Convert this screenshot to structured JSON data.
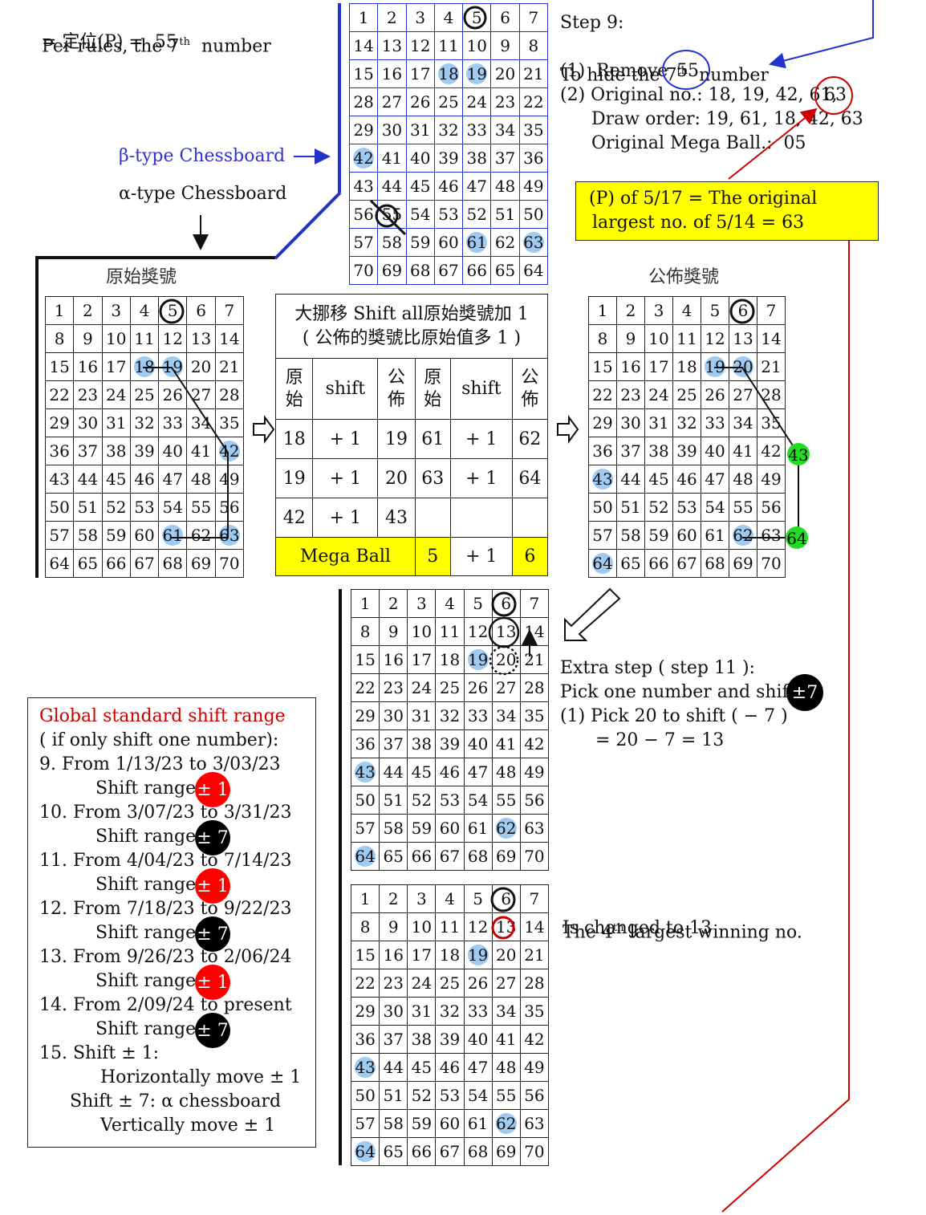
{
  "intro": {
    "line1_a": "Per rules, the 7",
    "line1_sup": "th",
    "line1_b": "  number",
    "line2": "= 定位(P) =  55"
  },
  "beta_label": "β-type Chessboard",
  "alpha_label": "α-type Chessboard",
  "original_title": "原始獎號",
  "announced_title": "公佈獎號",
  "step9": {
    "title": "Step 9:",
    "line2_a": "To hide the 7",
    "line2_sup": "th",
    "line2_b": "  number",
    "remove_label": "(1)  Remove",
    "remove_value": "55",
    "original_label": "(2) Original no.: 18, 19, 42, 61,",
    "original_last": "63",
    "draw_order": "Draw order: 19, 61, 18, 42, 63",
    "mega": "Original Mega Ball.:  05"
  },
  "yellow_box": {
    "line1": "(P) of 5/17 = The original",
    "line2": "largest no. of 5/14 = 63"
  },
  "shift_table": {
    "header1": "大挪移 Shift all原始獎號加 1",
    "header2": "( 公佈的獎號比原始值多 1 )",
    "col_orig": "原\n始",
    "col_shift": "shift",
    "col_pub": "公\n佈",
    "rows": [
      {
        "o1": "18",
        "s1": "+ 1",
        "p1": "19",
        "o2": "61",
        "s2": "+ 1",
        "p2": "62"
      },
      {
        "o1": "19",
        "s1": "+ 1",
        "p1": "20",
        "o2": "63",
        "s2": "+ 1",
        "p2": "64"
      },
      {
        "o1": "42",
        "s1": "+ 1",
        "p1": "43",
        "o2": "",
        "s2": "",
        "p2": ""
      }
    ],
    "mega_label": "Mega Ball",
    "mega_orig": "5",
    "mega_shift": "+ 1",
    "mega_pub": "6"
  },
  "extra_step": {
    "line1": "Extra step ( step 11 ):",
    "line2": "Pick one number and shift",
    "badge": "±7",
    "line3": "(1) Pick 20 to shift ( − 7 )",
    "line4": "= 20 − 7 = 13"
  },
  "fourth": {
    "line1_a": "The 4",
    "line1_sup": "th",
    "line1_b": " largest winning no.",
    "line2": "Is changed to 13"
  },
  "global": {
    "title": "Global standard shift range",
    "subtitle": "( if only shift one number):",
    "periods": [
      {
        "label": "9. From 1/13/23 to 3/03/23",
        "range": "Shift range:",
        "badge": "± 1",
        "color": "red"
      },
      {
        "label": "10. From 3/07/23 to 3/31/23",
        "range": "Shift range:",
        "badge": "± 7",
        "color": "black"
      },
      {
        "label": "11. From 4/04/23 to 7/14/23",
        "range": "Shift range:",
        "badge": "± 1",
        "color": "red"
      },
      {
        "label": "12. From 7/18/23 to 9/22/23",
        "range": "Shift range:",
        "badge": "± 7",
        "color": "black"
      },
      {
        "label": "13. From 9/26/23 to 2/06/24",
        "range": "Shift range:",
        "badge": "± 1",
        "color": "red"
      },
      {
        "label": "14. From 2/09/24 to present",
        "range": "Shift range:",
        "badge": "± 7",
        "color": "black"
      }
    ],
    "line15": "15. Shift ± 1:",
    "line15b": "Horizontally move ± 1",
    "line16": "Shift ± 7: α chessboard",
    "line16b": "Vertically move ± 1"
  },
  "boards": {
    "beta": {
      "cells": [
        1,
        2,
        3,
        4,
        5,
        6,
        7,
        14,
        13,
        12,
        11,
        10,
        9,
        8,
        15,
        16,
        17,
        18,
        19,
        20,
        21,
        28,
        27,
        26,
        25,
        24,
        23,
        22,
        29,
        30,
        31,
        32,
        33,
        34,
        35,
        42,
        41,
        40,
        39,
        38,
        37,
        36,
        43,
        44,
        45,
        46,
        47,
        48,
        49,
        56,
        55,
        54,
        53,
        52,
        51,
        50,
        57,
        58,
        59,
        60,
        61,
        62,
        63,
        70,
        69,
        68,
        67,
        66,
        65,
        64
      ],
      "highlight": [
        18,
        19,
        42,
        61,
        63
      ]
    },
    "original": {
      "cells": [
        1,
        2,
        3,
        4,
        5,
        6,
        7,
        8,
        9,
        10,
        11,
        12,
        13,
        14,
        15,
        16,
        17,
        18,
        19,
        20,
        21,
        22,
        23,
        24,
        25,
        26,
        27,
        28,
        29,
        30,
        31,
        32,
        33,
        34,
        35,
        36,
        37,
        38,
        39,
        40,
        41,
        42,
        43,
        44,
        45,
        46,
        47,
        48,
        49,
        50,
        51,
        52,
        53,
        54,
        55,
        56,
        57,
        58,
        59,
        60,
        61,
        62,
        63,
        64,
        65,
        66,
        67,
        68,
        69,
        70
      ],
      "highlight": [
        18,
        19,
        42,
        61,
        63
      ]
    },
    "announced": {
      "cells": [
        1,
        2,
        3,
        4,
        5,
        6,
        7,
        8,
        9,
        10,
        11,
        12,
        13,
        14,
        15,
        16,
        17,
        18,
        19,
        20,
        21,
        22,
        23,
        24,
        25,
        26,
        27,
        28,
        29,
        30,
        31,
        32,
        33,
        34,
        35,
        36,
        37,
        38,
        39,
        40,
        41,
        42,
        43,
        44,
        45,
        46,
        47,
        48,
        49,
        50,
        51,
        52,
        53,
        54,
        55,
        56,
        57,
        58,
        59,
        60,
        61,
        62,
        63,
        64,
        65,
        66,
        67,
        68,
        69,
        70
      ],
      "highlight": [
        19,
        20,
        43,
        62,
        64
      ]
    },
    "extra": {
      "cells": [
        1,
        2,
        3,
        4,
        5,
        6,
        7,
        8,
        9,
        10,
        11,
        12,
        13,
        14,
        15,
        16,
        17,
        18,
        19,
        20,
        21,
        22,
        23,
        24,
        25,
        26,
        27,
        28,
        29,
        30,
        31,
        32,
        33,
        34,
        35,
        36,
        37,
        38,
        39,
        40,
        41,
        42,
        43,
        44,
        45,
        46,
        47,
        48,
        49,
        50,
        51,
        52,
        53,
        54,
        55,
        56,
        57,
        58,
        59,
        60,
        61,
        62,
        63,
        64,
        65,
        66,
        67,
        68,
        69,
        70
      ],
      "highlight": [
        19,
        43,
        62,
        64
      ]
    },
    "final": {
      "cells": [
        1,
        2,
        3,
        4,
        5,
        6,
        7,
        8,
        9,
        10,
        11,
        12,
        13,
        14,
        15,
        16,
        17,
        18,
        19,
        20,
        21,
        22,
        23,
        24,
        25,
        26,
        27,
        28,
        29,
        30,
        31,
        32,
        33,
        34,
        35,
        36,
        37,
        38,
        39,
        40,
        41,
        42,
        43,
        44,
        45,
        46,
        47,
        48,
        49,
        50,
        51,
        52,
        53,
        54,
        55,
        56,
        57,
        58,
        59,
        60,
        61,
        62,
        63,
        64,
        65,
        66,
        67,
        68,
        69,
        70
      ],
      "highlight": [
        19,
        43,
        62,
        64
      ]
    }
  },
  "colors": {
    "highlight": "#9fcaf2",
    "green": "#22dd22",
    "yellow": "#ffff00",
    "blue_line": "#2233cc",
    "red_line": "#cc0000"
  }
}
